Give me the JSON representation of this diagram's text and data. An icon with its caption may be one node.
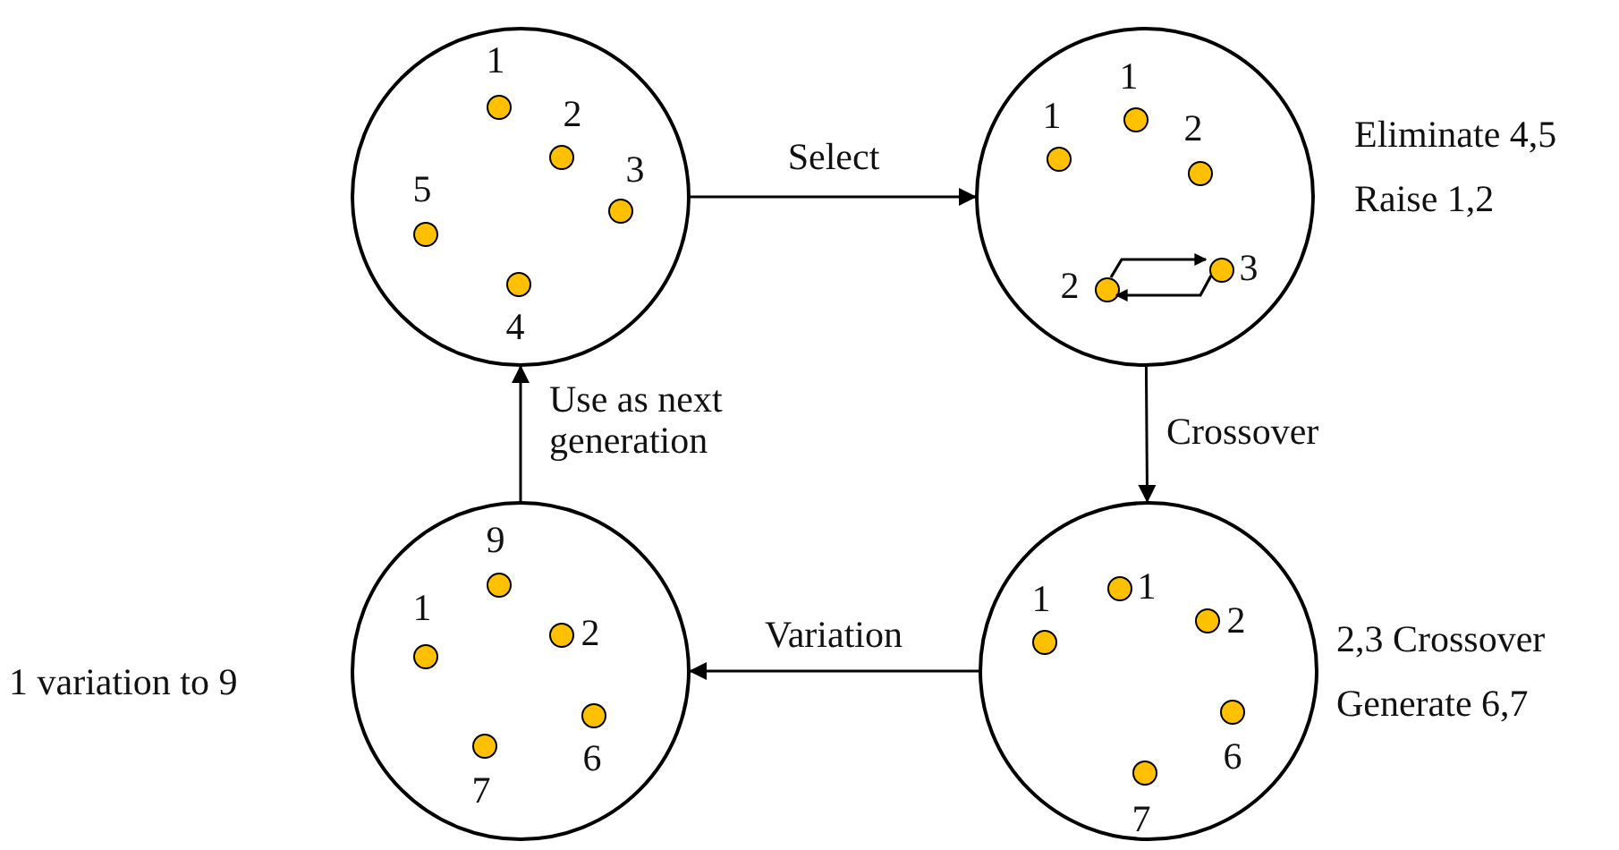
{
  "diagram": {
    "nodes": [
      {
        "text": [],
        "shape": "circle"
      },
      {
        "text": [],
        "shape": "circle",
        "in": 0,
        "beside": [
          "1"
        ]
      },
      {
        "text": [],
        "shape": "circle",
        "in": 0,
        "beside": [
          "2"
        ]
      },
      {
        "text": [],
        "shape": "circle",
        "in": 0,
        "beside": [
          "3"
        ]
      },
      {
        "text": [],
        "shape": "circle",
        "in": 0,
        "beside": [
          "5"
        ]
      },
      {
        "text": [],
        "shape": "circle",
        "in": 0,
        "beside": [
          "4"
        ]
      },
      {
        "text": [],
        "shape": "circle",
        "beside": [
          "Eliminate 4,5",
          "Raise 1,2"
        ]
      },
      {
        "text": [],
        "shape": "circle",
        "in": 6,
        "beside": [
          "1"
        ]
      },
      {
        "text": [],
        "shape": "circle",
        "in": 6,
        "beside": [
          "1"
        ]
      },
      {
        "text": [],
        "shape": "circle",
        "in": 6,
        "beside": [
          "2"
        ]
      },
      {
        "text": [],
        "shape": "circle",
        "in": 6,
        "beside": [
          "3"
        ]
      },
      {
        "text": [],
        "shape": "circle",
        "in": 6,
        "beside": [
          "2"
        ]
      },
      {
        "text": [],
        "shape": "circle",
        "beside": [
          "1 variation to 9"
        ]
      },
      {
        "text": [],
        "shape": "circle",
        "in": 12,
        "beside": [
          "9"
        ]
      },
      {
        "text": [],
        "shape": "circle",
        "in": 12,
        "beside": [
          "2"
        ]
      },
      {
        "text": [],
        "shape": "circle",
        "in": 12,
        "beside": [
          "1"
        ]
      },
      {
        "text": [],
        "shape": "circle",
        "in": 12,
        "beside": [
          "6"
        ]
      },
      {
        "text": [],
        "shape": "circle",
        "in": 12,
        "beside": [
          "7"
        ]
      },
      {
        "text": [],
        "shape": "circle",
        "beside": [
          "2,3 Crossover",
          "Generate 6,7"
        ]
      },
      {
        "text": [],
        "shape": "circle",
        "in": 18,
        "beside": [
          "1"
        ]
      },
      {
        "text": [],
        "shape": "circle",
        "in": 18,
        "beside": [
          "2"
        ]
      },
      {
        "text": [],
        "shape": "circle",
        "in": 18,
        "beside": [
          "1"
        ]
      },
      {
        "text": [],
        "shape": "circle",
        "in": 18,
        "beside": [
          "6"
        ]
      },
      {
        "text": [],
        "shape": "circle",
        "in": 18,
        "beside": [
          "7"
        ]
      }
    ],
    "edges": [
      {
        "from": 0,
        "to": 6,
        "arrow": "to",
        "label": "Select"
      },
      {
        "from": 6,
        "to": 18,
        "arrow": "to",
        "label": "Crossover"
      },
      {
        "from": 18,
        "to": 12,
        "arrow": "to",
        "label": "Variation"
      },
      {
        "from": 12,
        "to": 0,
        "arrow": "to",
        "label": "Use as next generation"
      },
      {
        "from": 11,
        "to": 10,
        "arrow": "to"
      },
      {
        "from": 10,
        "to": 11,
        "arrow": "to"
      }
    ]
  }
}
